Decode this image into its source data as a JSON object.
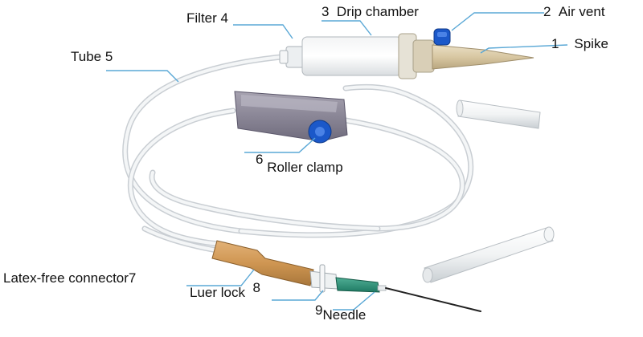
{
  "diagram": {
    "parts": [
      {
        "id": "spike",
        "number": "1",
        "name": "Spike"
      },
      {
        "id": "air-vent",
        "number": "2",
        "name": "Air vent"
      },
      {
        "id": "drip-chamber",
        "number": "3",
        "name": "Drip chamber"
      },
      {
        "id": "filter",
        "number": "4",
        "name": "Filter"
      },
      {
        "id": "tube",
        "number": "5",
        "name": "Tube"
      },
      {
        "id": "roller-clamp",
        "number": "6",
        "name": "Roller clamp"
      },
      {
        "id": "latex-free-connector",
        "number": "7",
        "name": "Latex-free connector"
      },
      {
        "id": "luer-lock",
        "number": "8",
        "name": "Luer lock"
      },
      {
        "id": "needle",
        "number": "9",
        "name": "Needle"
      }
    ]
  }
}
